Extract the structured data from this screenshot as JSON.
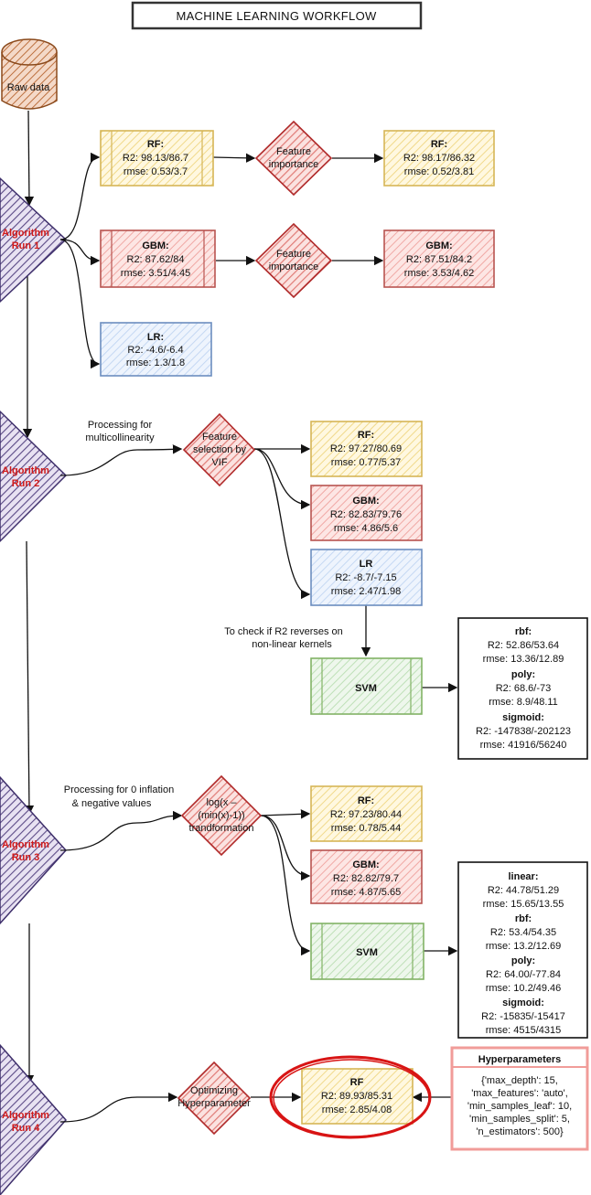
{
  "title": "MACHINE LEARNING WORKFLOW",
  "raw_data": "Raw data",
  "colors": {
    "yellow_fill": "#fff2cc",
    "yellow_stroke": "#d6b656",
    "red_fill": "#f8cecc",
    "red_stroke": "#b85450",
    "blue_fill": "#dae8fc",
    "blue_stroke": "#6c8ebf",
    "green_fill": "#d5e8d4",
    "green_stroke": "#82b366",
    "purple": "#5b4a86",
    "red_label": "#d11a1a",
    "pink_stroke": "#f19c99"
  },
  "run1": {
    "label_line1": "Algorithm",
    "label_line2": "Run 1",
    "rf": {
      "title": "RF:",
      "r2": "R2: 98.13/86.7",
      "rmse": "rmse: 0.53/3.7"
    },
    "gbm": {
      "title": "GBM:",
      "r2": "R2: 87.62/84",
      "rmse": "rmse: 3.51/4.45"
    },
    "lr": {
      "title": "LR:",
      "r2": "R2: -4.6/-6.4",
      "rmse": "rmse: 1.3/1.8"
    },
    "fi1": {
      "line1": "Feature",
      "line2": "importance"
    },
    "fi2": {
      "line1": "Feature",
      "line2": "importance"
    },
    "rf_after": {
      "title": "RF:",
      "r2": "R2: 98.17/86.32",
      "rmse": "rmse: 0.52/3.81"
    },
    "gbm_after": {
      "title": "GBM:",
      "r2": "R2: 87.51/84.2",
      "rmse": "rmse: 3.53/4.62"
    }
  },
  "run2": {
    "label_line1": "Algorithm",
    "label_line2": "Run 2",
    "note_line1": "Processing for",
    "note_line2": "multicollinearity",
    "vif": {
      "line1": "Feature",
      "line2": "selection by",
      "line3": "VIF"
    },
    "rf": {
      "title": "RF:",
      "r2": "R2: 97.27/80.69",
      "rmse": "rmse: 0.77/5.37"
    },
    "gbm": {
      "title": "GBM:",
      "r2": "R2: 82.83/79.76",
      "rmse": "rmse: 4.86/5.6"
    },
    "lr": {
      "title": "LR",
      "r2": "R2: -8.7/-7.15",
      "rmse": "rmse: 2.47/1.98"
    },
    "check_line1": "To check if R2 reverses on",
    "check_line2": "non-linear kernels",
    "svm": "SVM",
    "svm_results": [
      "rbf:",
      "R2: 52.86/53.64",
      "rmse: 13.36/12.89",
      "poly:",
      "R2: 68.6/-73",
      "rmse: 8.9/48.11",
      "sigmoid:",
      "R2: -147838/-202123",
      "rmse: 41916/56240"
    ]
  },
  "run3": {
    "label_line1": "Algorithm",
    "label_line2": "Run 3",
    "note_line1": "Processing for 0 inflation",
    "note_line2": "& negative values",
    "log": {
      "line1": "log(x –",
      "line2": "(min(x)-1))",
      "line3": "trandformation"
    },
    "rf": {
      "title": "RF:",
      "r2": "R2: 97.23/80.44",
      "rmse": "rmse: 0.78/5.44"
    },
    "gbm": {
      "title": "GBM:",
      "r2": "R2: 82.82/79.7",
      "rmse": "rmse: 4.87/5.65"
    },
    "svm": "SVM",
    "svm_results": [
      "linear:",
      "R2: 44.78/51.29",
      "rmse: 15.65/13.55",
      "rbf:",
      "R2: 53.4/54.35",
      "rmse: 13.2/12.69",
      "poly:",
      "R2: 64.00/-77.84",
      "rmse: 10.2/49.46",
      "sigmoid:",
      "R2: -15835/-15417",
      "rmse: 4515/4315"
    ]
  },
  "run4": {
    "label_line1": "Algorithm",
    "label_line2": "Run 4",
    "opt": {
      "line1": "Optimizing",
      "line2": "Hyperparameter"
    },
    "rf": {
      "title": "RF",
      "r2": "R2: 89.93/85.31",
      "rmse": "rmse: 2.85/4.08"
    },
    "hyper_title": "Hyperparameters",
    "hyper_lines": [
      "{'max_depth': 15,",
      "'max_features': 'auto',",
      "'min_samples_leaf': 10,",
      "'min_samples_split': 5,",
      "'n_estimators': 500}"
    ]
  }
}
